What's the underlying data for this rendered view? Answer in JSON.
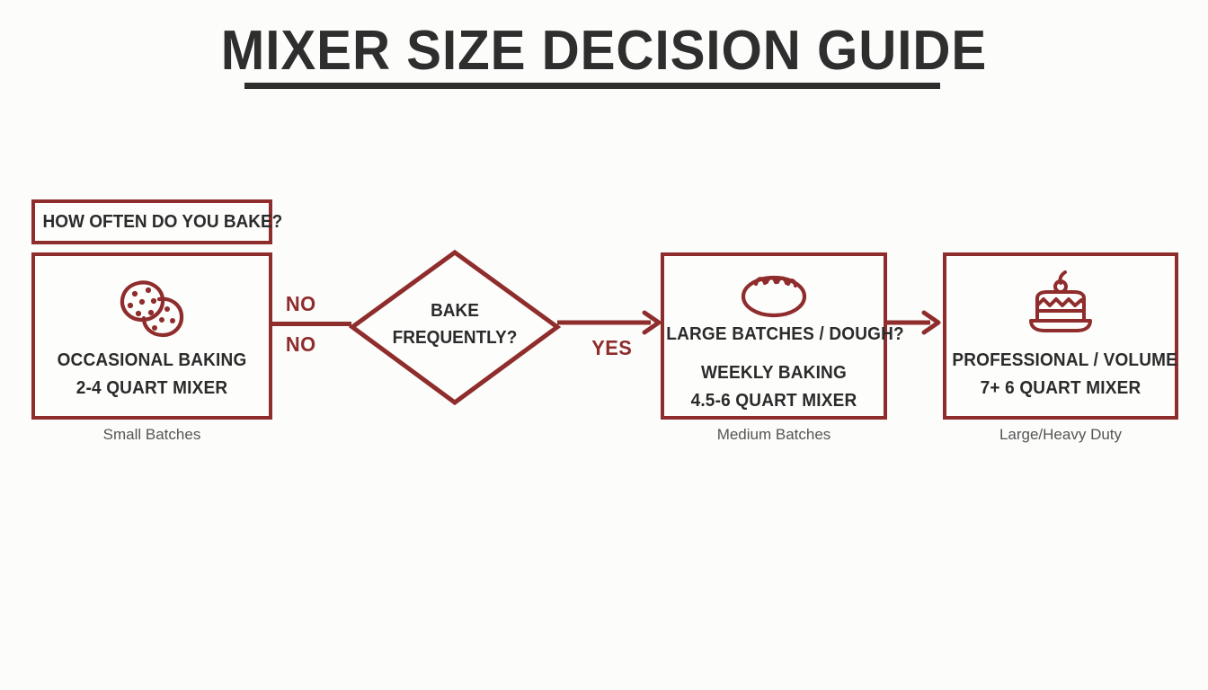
{
  "header": {
    "title": "MIXER SIZE DECISION GUIDE"
  },
  "theme": {
    "background": "#fcfcfb",
    "accent": "#8f2c2c",
    "text": "#2b2b2b",
    "caption_text": "#555555",
    "title_text": "#2e2e2e"
  },
  "question_box": {
    "label": "HOW OFTEN DO YOU BAKE?"
  },
  "decision": {
    "line1": "BAKE",
    "line2": "FREQUENTLY?",
    "no_label_top": "NO",
    "no_label_bottom": "NO",
    "yes_label": "YES"
  },
  "nodes": [
    {
      "id": "occasional",
      "icon": "cookies-icon",
      "lines": [
        "OCCASIONAL BAKING",
        "2-4 QUART MIXER"
      ],
      "caption": "Small Batches"
    },
    {
      "id": "weekly",
      "icon": "bread-loaf-icon",
      "heading": "LARGE BATCHES / DOUGH?",
      "lines": [
        "WEEKLY BAKING",
        "4.5-6 QUART MIXER"
      ],
      "caption": "Medium Batches"
    },
    {
      "id": "professional",
      "icon": "layer-cake-icon",
      "lines": [
        "PROFESSIONAL / VOLUME",
        "7+ 6 QUART MIXER"
      ],
      "caption": "Large/Heavy Duty"
    }
  ]
}
